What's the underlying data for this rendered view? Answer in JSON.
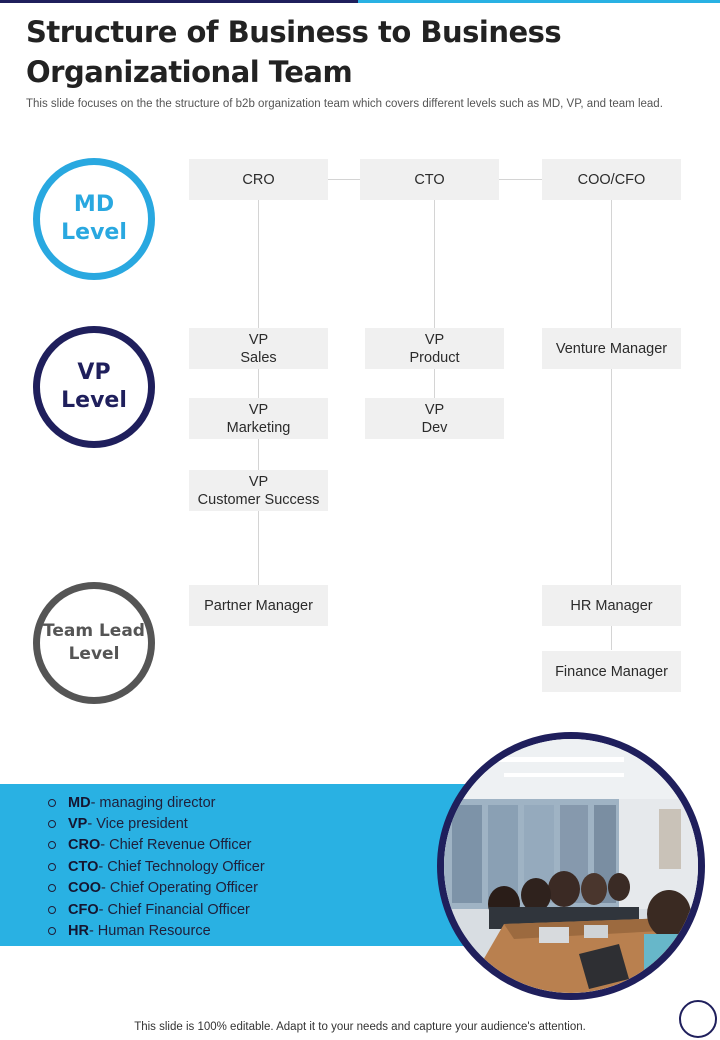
{
  "header": {
    "title": "Structure of Business to Business Organizational Team",
    "subtitle": "This slide focuses on the the structure of b2b organization team which covers different levels such as MD,  VP,  and team lead."
  },
  "levels": {
    "md": "MD Level",
    "vp": "VP Level",
    "team_lead": "Team Lead Level"
  },
  "org": {
    "cro": "CRO",
    "cto": "CTO",
    "coo_cfo": "COO/CFO",
    "vp_sales": "VP\nSales",
    "vp_marketing": "VP\nMarketing",
    "vp_customer_success": "VP\nCustomer Success",
    "vp_product": "VP\nProduct",
    "vp_dev": "VP\nDev",
    "venture_manager": "Venture Manager",
    "partner_manager": "Partner Manager",
    "hr_manager": "HR Manager",
    "finance_manager": "Finance Manager"
  },
  "legend": [
    {
      "abbr": "MD",
      "text": "- managing director"
    },
    {
      "abbr": "VP",
      "text": "- Vice president"
    },
    {
      "abbr": "CRO",
      "text": "- Chief Revenue Officer"
    },
    {
      "abbr": "CTO",
      "text": "- Chief Technology Officer"
    },
    {
      "abbr": "COO",
      "text": "- Chief Operating Officer"
    },
    {
      "abbr": "CFO",
      "text": "- Chief Financial Officer"
    },
    {
      "abbr": "HR",
      "text": "- Human Resource"
    }
  ],
  "footer": {
    "text": "This slide is 100% editable. Adapt it to your needs and capture your audience's attention."
  },
  "colors": {
    "accent_blue": "#29b1e3",
    "navy": "#1f1f5c",
    "gray": "#555555",
    "box_fill": "#f0f0f0"
  }
}
